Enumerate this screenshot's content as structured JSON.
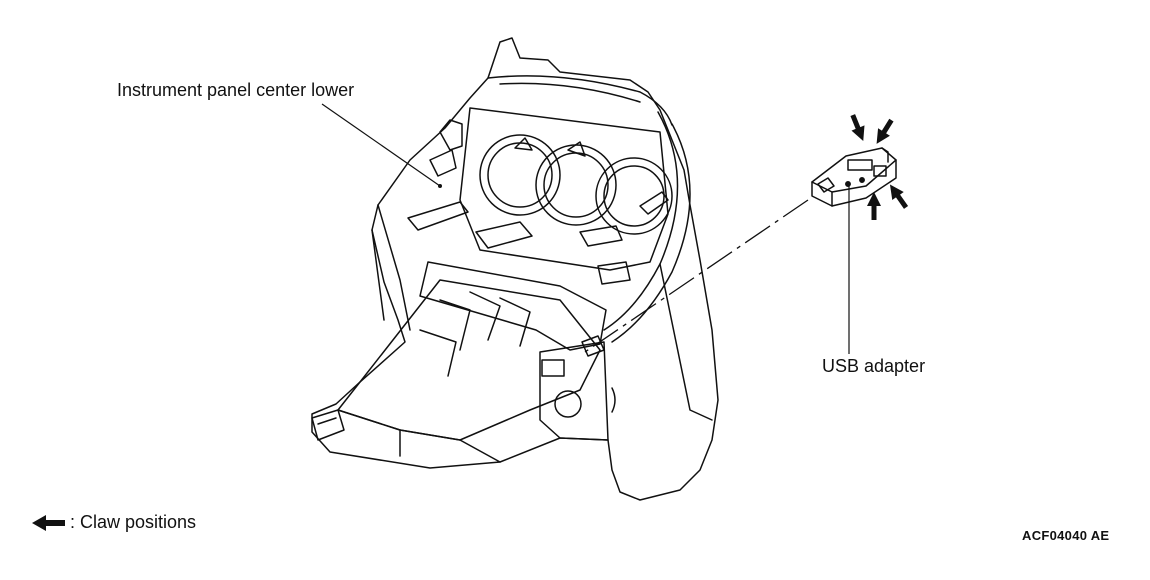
{
  "labels": {
    "panel": "Instrument panel center lower",
    "usb": "USB adapter"
  },
  "legend": {
    "icon": "arrow-left-icon",
    "text": ": Claw positions"
  },
  "figure_code": "ACF04040 AE",
  "colors": {
    "line": "#111111",
    "background": "#ffffff"
  }
}
